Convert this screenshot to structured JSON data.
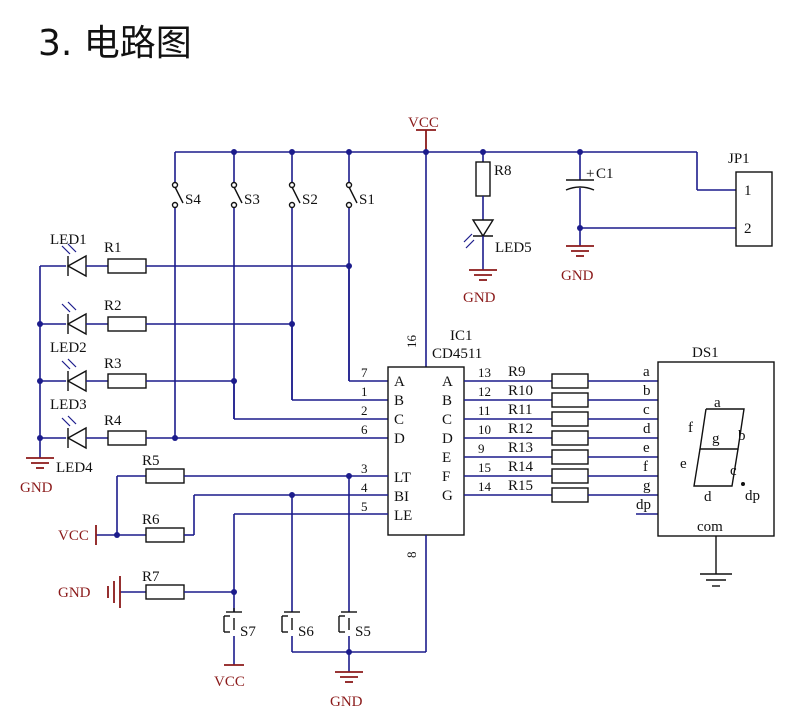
{
  "heading": "3. 电路图",
  "power": {
    "vcc": "VCC",
    "gnd": "GND"
  },
  "switches": {
    "s1": "S1",
    "s2": "S2",
    "s3": "S3",
    "s4": "S4",
    "s5": "S5",
    "s6": "S6",
    "s7": "S7"
  },
  "leds": {
    "led1": "LED1",
    "led2": "LED2",
    "led3": "LED3",
    "led4": "LED4",
    "led5": "LED5"
  },
  "resistors": {
    "r1": "R1",
    "r2": "R2",
    "r3": "R3",
    "r4": "R4",
    "r5": "R5",
    "r6": "R6",
    "r7": "R7",
    "r8": "R8",
    "r9": "R9",
    "r10": "R10",
    "r11": "R11",
    "r12": "R12",
    "r13": "R13",
    "r14": "R14",
    "r15": "R15"
  },
  "capacitor": "C1",
  "connector": {
    "name": "JP1",
    "pin1": "1",
    "pin2": "2"
  },
  "ic": {
    "ref": "IC1",
    "part": "CD4511",
    "vdd_pin": "16",
    "vss_pin": "8",
    "left_pins": [
      {
        "num": "7",
        "name": "A"
      },
      {
        "num": "1",
        "name": "B"
      },
      {
        "num": "2",
        "name": "C"
      },
      {
        "num": "6",
        "name": "D"
      },
      {
        "num": "3",
        "name": "LT"
      },
      {
        "num": "4",
        "name": "BI"
      },
      {
        "num": "5",
        "name": "LE"
      }
    ],
    "right_pins": [
      {
        "num": "13",
        "name": "A"
      },
      {
        "num": "12",
        "name": "B"
      },
      {
        "num": "11",
        "name": "C"
      },
      {
        "num": "10",
        "name": "D"
      },
      {
        "num": "9",
        "name": "E"
      },
      {
        "num": "15",
        "name": "F"
      },
      {
        "num": "14",
        "name": "G"
      }
    ]
  },
  "display": {
    "ref": "DS1",
    "pins": [
      "a",
      "b",
      "c",
      "d",
      "e",
      "f",
      "g",
      "dp"
    ],
    "seg_a": "a",
    "seg_b": "b",
    "seg_c": "c",
    "seg_d": "d",
    "seg_e": "e",
    "seg_f": "f",
    "seg_g": "g",
    "seg_dp": "dp",
    "common": "com"
  }
}
